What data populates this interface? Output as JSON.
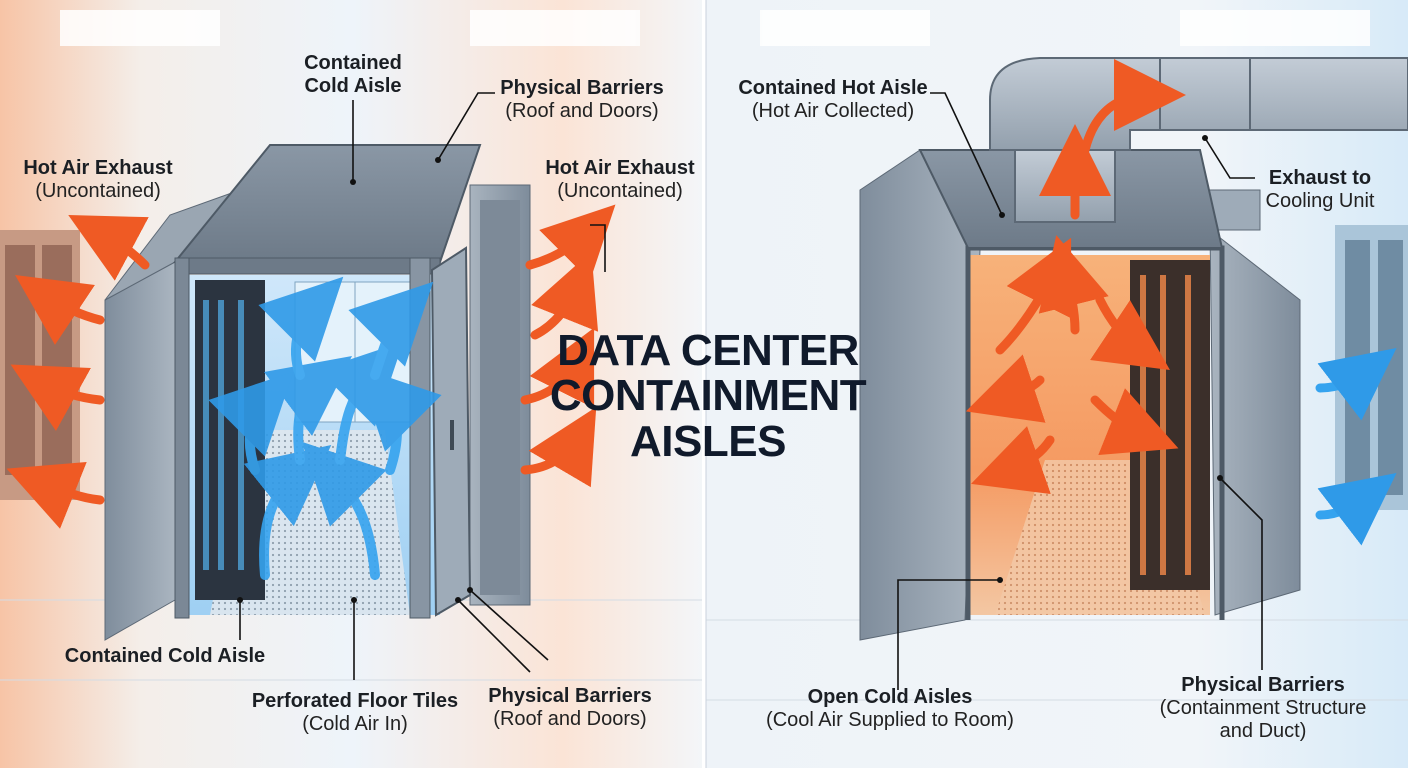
{
  "title": {
    "line1": "DATA CENTER",
    "line2": "CONTAINMENT",
    "line3": "AISLES"
  },
  "left_panel": {
    "contained_cold_aisle_top": {
      "line1": "Contained",
      "line2": "Cold Aisle"
    },
    "physical_barriers_top": {
      "bold": "Physical Barriers",
      "sub": "(Roof and Doors)"
    },
    "hot_air_exhaust_left": {
      "bold": "Hot Air Exhaust",
      "sub": "(Uncontained)"
    },
    "hot_air_exhaust_right": {
      "bold": "Hot Air Exhaust",
      "sub": "(Uncontained)"
    },
    "contained_cold_aisle_bottom": {
      "bold": "Contained Cold Aisle"
    },
    "perforated_floor_tiles": {
      "bold": "Perforated Floor Tiles",
      "sub": "(Cold Air In)"
    },
    "physical_barriers_bottom": {
      "bold": "Physical Barriers",
      "sub": "(Roof and Doors)"
    }
  },
  "right_panel": {
    "contained_hot_aisle": {
      "bold": "Contained Hot Aisle",
      "sub": "(Hot Air Collected)"
    },
    "exhaust_to_cooling": {
      "bold": "Exhaust to",
      "sub": "Cooling Unit"
    },
    "open_cold_aisles": {
      "bold": "Open Cold Aisles",
      "sub": "(Cool Air Supplied to Room)"
    },
    "physical_barriers": {
      "bold": "Physical Barriers",
      "sub1": "(Containment Structure",
      "sub2": "and Duct)"
    }
  },
  "colors": {
    "cold_air": "#3aa6ee",
    "hot_air": "#f0602a",
    "rack": "#8d9aa8",
    "frame": "#6e7c8b",
    "divider": "#c9d2dc"
  }
}
